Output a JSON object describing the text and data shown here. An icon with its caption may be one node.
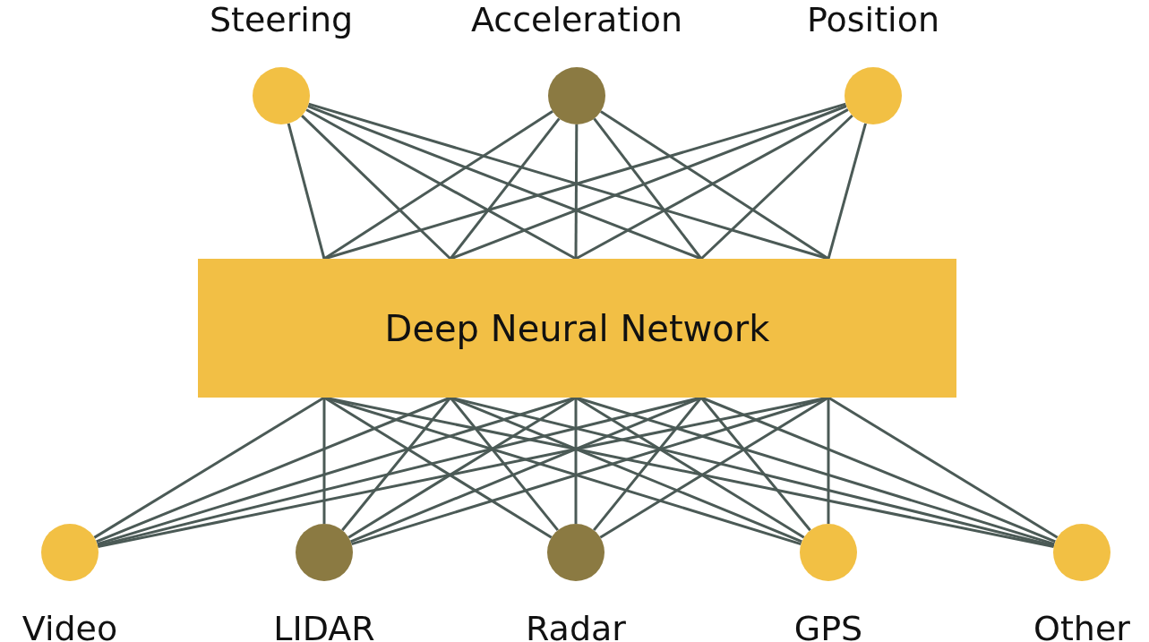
{
  "diagram": {
    "nodes": [
      {
        "text": [
          "Steering"
        ]
      },
      {
        "text": [
          "Acceleration"
        ]
      },
      {
        "text": [
          "Position"
        ]
      },
      {
        "text": [
          "Deep Neural Network"
        ]
      },
      {
        "text": [
          "Video"
        ]
      },
      {
        "text": [
          "LIDAR"
        ]
      },
      {
        "text": [
          "Radar"
        ]
      },
      {
        "text": [
          "GPS"
        ]
      },
      {
        "text": [
          "Other"
        ]
      }
    ],
    "edges": [
      {
        "from": 0,
        "to": 3,
        "arrow": "none"
      },
      {
        "from": 0,
        "to": 3,
        "arrow": "none"
      },
      {
        "from": 0,
        "to": 3,
        "arrow": "none"
      },
      {
        "from": 0,
        "to": 3,
        "arrow": "none"
      },
      {
        "from": 0,
        "to": 3,
        "arrow": "none"
      },
      {
        "from": 1,
        "to": 3,
        "arrow": "none"
      },
      {
        "from": 1,
        "to": 3,
        "arrow": "none"
      },
      {
        "from": 1,
        "to": 3,
        "arrow": "none"
      },
      {
        "from": 1,
        "to": 3,
        "arrow": "none"
      },
      {
        "from": 1,
        "to": 3,
        "arrow": "none"
      },
      {
        "from": 2,
        "to": 3,
        "arrow": "none"
      },
      {
        "from": 2,
        "to": 3,
        "arrow": "none"
      },
      {
        "from": 2,
        "to": 3,
        "arrow": "none"
      },
      {
        "from": 2,
        "to": 3,
        "arrow": "none"
      },
      {
        "from": 2,
        "to": 3,
        "arrow": "none"
      },
      {
        "from": 4,
        "to": 3,
        "arrow": "none"
      },
      {
        "from": 4,
        "to": 3,
        "arrow": "none"
      },
      {
        "from": 4,
        "to": 3,
        "arrow": "none"
      },
      {
        "from": 4,
        "to": 3,
        "arrow": "none"
      },
      {
        "from": 4,
        "to": 3,
        "arrow": "none"
      },
      {
        "from": 5,
        "to": 3,
        "arrow": "none"
      },
      {
        "from": 5,
        "to": 3,
        "arrow": "none"
      },
      {
        "from": 5,
        "to": 3,
        "arrow": "none"
      },
      {
        "from": 5,
        "to": 3,
        "arrow": "none"
      },
      {
        "from": 5,
        "to": 3,
        "arrow": "none"
      },
      {
        "from": 6,
        "to": 3,
        "arrow": "none"
      },
      {
        "from": 6,
        "to": 3,
        "arrow": "none"
      },
      {
        "from": 6,
        "to": 3,
        "arrow": "none"
      },
      {
        "from": 6,
        "to": 3,
        "arrow": "none"
      },
      {
        "from": 6,
        "to": 3,
        "arrow": "none"
      },
      {
        "from": 7,
        "to": 3,
        "arrow": "none"
      },
      {
        "from": 7,
        "to": 3,
        "arrow": "none"
      },
      {
        "from": 7,
        "to": 3,
        "arrow": "none"
      },
      {
        "from": 7,
        "to": 3,
        "arrow": "none"
      },
      {
        "from": 7,
        "to": 3,
        "arrow": "none"
      },
      {
        "from": 8,
        "to": 3,
        "arrow": "none"
      },
      {
        "from": 8,
        "to": 3,
        "arrow": "none"
      },
      {
        "from": 8,
        "to": 3,
        "arrow": "none"
      },
      {
        "from": 8,
        "to": 3,
        "arrow": "none"
      },
      {
        "from": 8,
        "to": 3,
        "arrow": "none"
      }
    ]
  }
}
